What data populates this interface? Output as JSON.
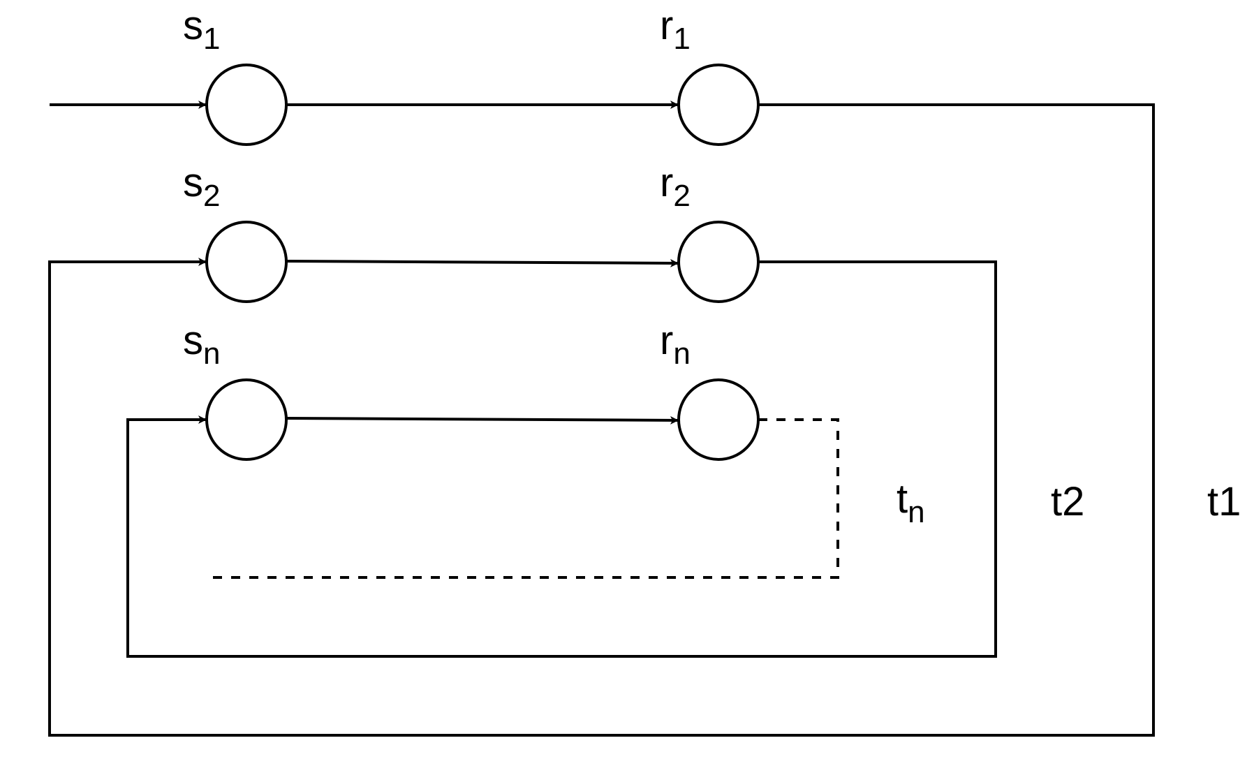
{
  "diagram": {
    "nodes": [
      {
        "id": "s1",
        "base": "s",
        "subscript": "1"
      },
      {
        "id": "r1",
        "base": "r",
        "subscript": "1"
      },
      {
        "id": "s2",
        "base": "s",
        "subscript": "2"
      },
      {
        "id": "r2",
        "base": "r",
        "subscript": "2"
      },
      {
        "id": "sn",
        "base": "s",
        "subscript": "n"
      },
      {
        "id": "rn",
        "base": "r",
        "subscript": "n"
      }
    ],
    "loops": [
      {
        "id": "tn",
        "base": "t",
        "subscript": "n",
        "style": "dashed"
      },
      {
        "id": "t2",
        "label": "t2",
        "style": "solid"
      },
      {
        "id": "t1",
        "label": "t1",
        "style": "solid"
      }
    ],
    "colors": {
      "stroke": "#000000",
      "background": "#ffffff"
    }
  }
}
